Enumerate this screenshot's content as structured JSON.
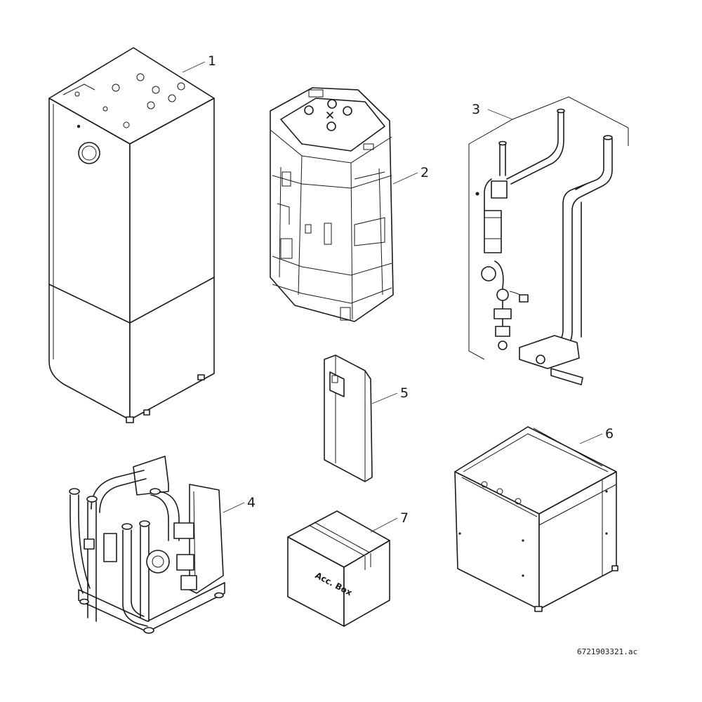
{
  "callouts": {
    "c1": "1",
    "c2": "2",
    "c3": "3",
    "c4": "4",
    "c5": "5",
    "c6": "6",
    "c7": "7"
  },
  "box_text": "Acc. Box",
  "reference": "6721903321.ac"
}
